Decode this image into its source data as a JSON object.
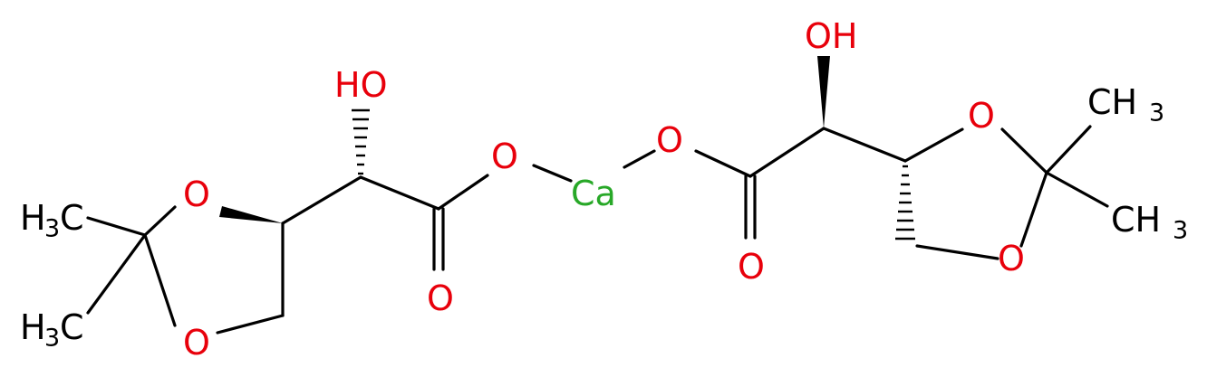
{
  "colors": {
    "oxygen": "#e8000b",
    "carbon": "#000000",
    "calcium": "#28a828"
  },
  "labels": {
    "left": {
      "o_ring_top": "O",
      "o_ring_bottom": "O",
      "me_top": "H",
      "me_top_sub": "3",
      "me_top_c": "C",
      "me_bottom": "H",
      "me_bottom_sub": "3",
      "me_bottom_c": "C",
      "oh": "HO",
      "o_ester": "O",
      "o_carbonyl": "O"
    },
    "center": {
      "ca": "Ca"
    },
    "right": {
      "oh": "OH",
      "o_ester": "O",
      "o_carbonyl": "O",
      "o_ring_top": "O",
      "o_ring_bottom": "O",
      "me_top_c": "CH",
      "me_top_sub": "3",
      "me_bottom_c": "CH",
      "me_bottom_sub": "3"
    }
  }
}
